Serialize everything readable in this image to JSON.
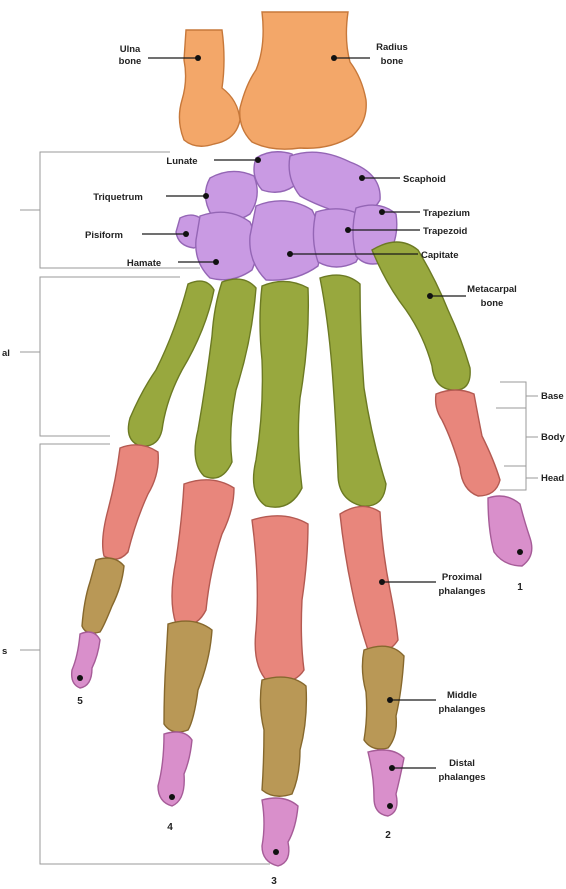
{
  "colors": {
    "forearm_fill": "#f3a769",
    "forearm_stroke": "#c7783a",
    "carpal_fill": "#c99ae3",
    "carpal_stroke": "#9466b5",
    "metacarpal_fill": "#98a83e",
    "metacarpal_stroke": "#6c7a23",
    "proximal_fill": "#e8867c",
    "proximal_stroke": "#b45a52",
    "middle_fill": "#b99856",
    "middle_stroke": "#86682d",
    "distal_fill": "#d98fcb",
    "distal_stroke": "#a65c98"
  },
  "labels": {
    "ulna_line1": "Ulna",
    "ulna_line2": "bone",
    "radius_line1": "Radius",
    "radius_line2": "bone",
    "lunate": "Lunate",
    "scaphoid": "Scaphoid",
    "triquetrum": "Triquetrum",
    "trapezium": "Trapezium",
    "pisiform": "Pisiform",
    "trapezoid": "Trapezoid",
    "hamate": "Hamate",
    "capitate": "Capitate",
    "metacarpal_line1": "Metacarpal",
    "metacarpal_line2": "bone",
    "proximal_line1": "Proximal",
    "proximal_line2": "phalanges",
    "middle_line1": "Middle",
    "middle_line2": "phalanges",
    "distal_line1": "Distal",
    "distal_line2": "phalanges",
    "thumb_base": "Base",
    "thumb_body": "Body",
    "thumb_head": "Head",
    "left_carpal_partial": "",
    "left_metacarpal_partial": "al",
    "left_phalanges_partial": "s"
  },
  "digits": {
    "thumb": "1",
    "index": "2",
    "middle": "3",
    "ring": "4",
    "little": "5"
  }
}
